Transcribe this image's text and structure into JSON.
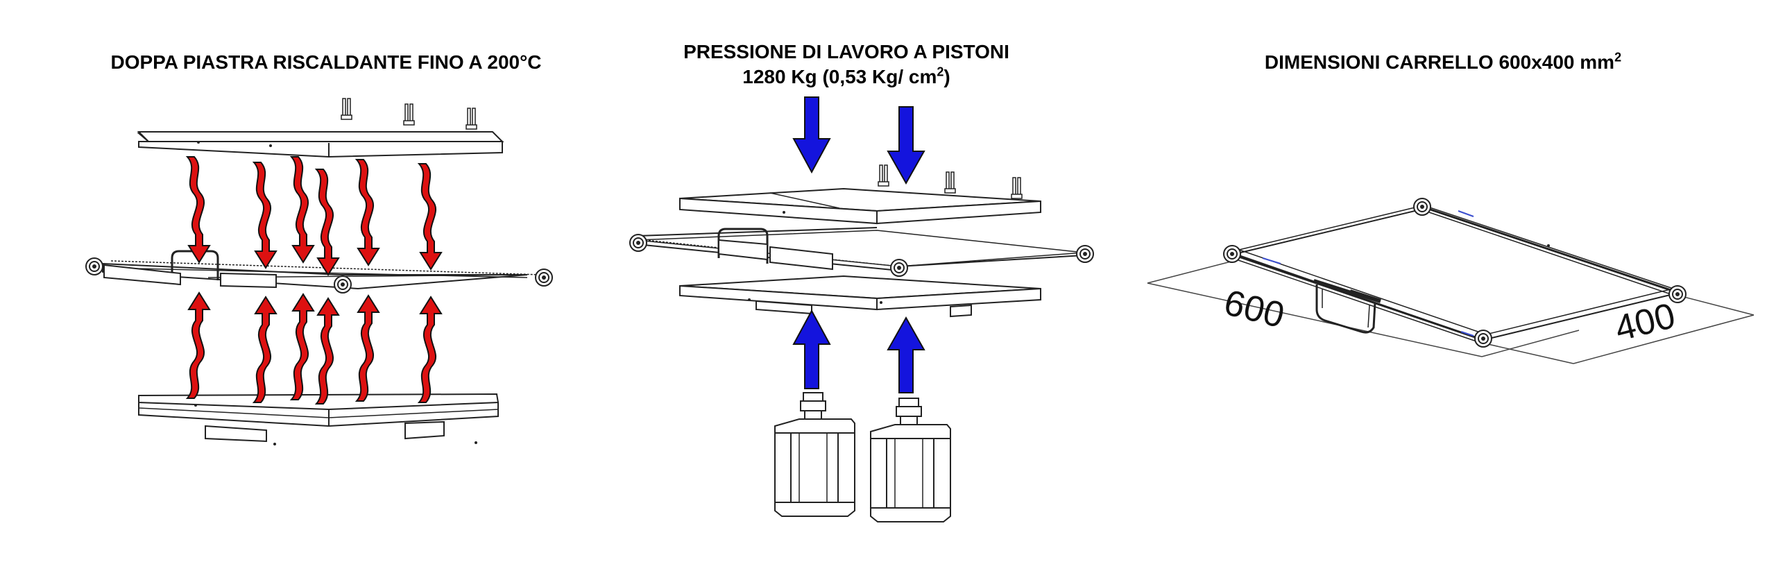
{
  "panels": [
    {
      "title": "DOPPA PIASTRA RISCALDANTE FINO A 200°C"
    },
    {
      "title_line1": "PRESSIONE DI LAVORO A PISTONI",
      "title_line2_pre": "1280 Kg (0,53 Kg/ cm",
      "title_line2_sup": "2",
      "title_line2_post": ")"
    },
    {
      "title_pre": "DIMENSIONI CARRELLO 600x400 mm",
      "title_sup": "2"
    }
  ],
  "dimensions": {
    "length": "600",
    "width": "400"
  },
  "colors": {
    "heat_arrow": "#dd1111",
    "pressure_arrow": "#1414dd",
    "line": "#222222"
  }
}
